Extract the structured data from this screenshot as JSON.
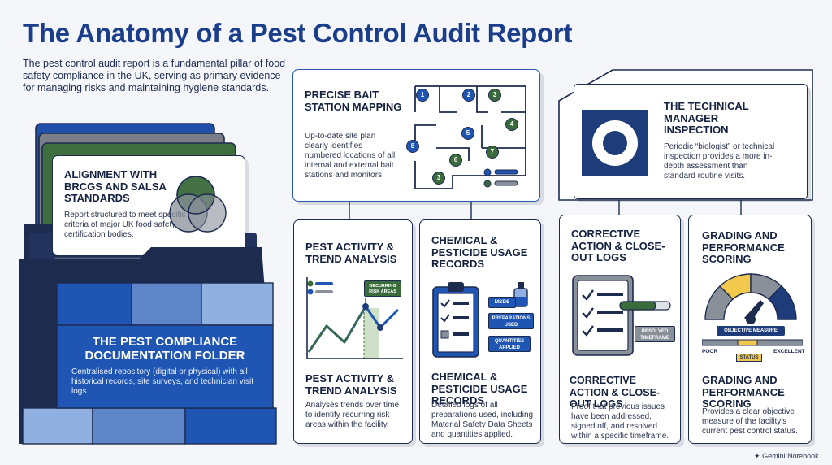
{
  "title": "The Anatomy of a Pest Control Audit Report",
  "intro": "The pest control audit report is a fundamental pillar of food safety compliance in the UK, serving as primary evidence for managing risks and maintaining hyglene standards.",
  "folder": {
    "heading": "THE PEST COMPLIANCE DOCUMENTATION FOLDER",
    "text": "Centralised repository (digital or physical) with all historical records, site surveys, and technician visit logs."
  },
  "alignment": {
    "heading": "ALIGNMENT WITH BRCGS AND SALSA STANDARDS",
    "text": "Report structured to meet specific criteria of major UK food safety certification bodies."
  },
  "bait": {
    "heading": "PRECISE BAIT STATION MAPPING",
    "text": "Up-to-date site plan clearly identifies numbered locations of all internal and external bait stations and monitors.",
    "stations": [
      "1",
      "2",
      "3",
      "4",
      "5",
      "6",
      "7",
      "8",
      "3"
    ]
  },
  "technical": {
    "heading": "THE TECHNICAL MANAGER INSPECTION",
    "text": "Periodic “biologist” or technical inspection provides a more in-depth assessment than standard routine visits."
  },
  "trend": {
    "heading_top": "PEST ACTIVITY & TREND ANALYSIS",
    "heading_bottom": "PEST ACTIVITY & TREND ANALYSIS",
    "text": "Analyses trends over time to identify recurring risk areas within the facility.",
    "callout": [
      "BECURRING",
      "RISK AREAS"
    ]
  },
  "chemical": {
    "heading_top": "CHEMICAL & PESTICIDE USAGE RECORDS",
    "heading_bottom": "CHEMICAL & PESTICIDE USAGE RECORDS",
    "text": "Detailed logs of all preparations used, including Material Safety Data Sheets and quantities applied.",
    "tags": [
      "MSDS",
      "PREPARATIONS USED",
      "QUANTITIES APPLIED"
    ]
  },
  "corrective": {
    "heading_top": "CORRECTIVE ACTION & CLOSE-OUT LOGS",
    "heading_bottom": "CORRECTIVE ACTION & CLOSE-OUT LOGS",
    "text": "Proof that previous issues have been addressed, signed off, and resolved within a specific timeframe.",
    "tag": [
      "RESOLVED",
      "TIMEFRAME"
    ]
  },
  "grading": {
    "heading_top": "GRADING AND PERFORMANCE SCORING",
    "heading_bottom": "GRADING AND PERFORMANCE SCORING",
    "text": "Provides a clear objective measure of the facility's current pest control status.",
    "gauge_label": "OBJECTIVE MEASURE",
    "poor": "POOR",
    "status": "STATUS",
    "excellent": "EXCELLENT"
  },
  "brand": "Gemini Notebook",
  "colors": {
    "navy": "#1d2b4f",
    "blue": "#1f56b3",
    "green": "#3a6b3a",
    "yellow": "#f2c94c",
    "gray": "#8a9099"
  }
}
